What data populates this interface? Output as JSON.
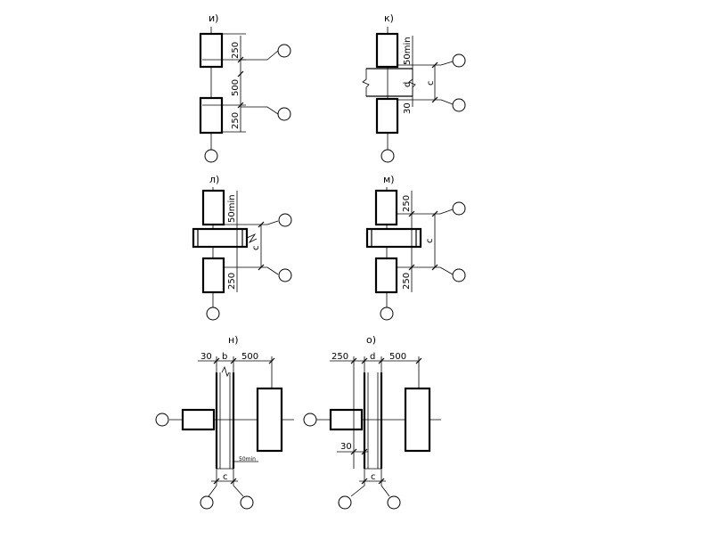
{
  "labels": {
    "i": "и)",
    "k": "к)",
    "l": "л)",
    "m": "м)",
    "n": "н)",
    "o": "о)"
  },
  "dims": {
    "i_top": "250",
    "i_mid": "500",
    "i_bot": "250",
    "k_top": "50min",
    "k_d": "d",
    "k_c": "c",
    "k_bot": "30",
    "l_top": "50min",
    "l_c": "c",
    "l_bot": "250",
    "m_top": "250",
    "m_c": "c",
    "m_bot": "250",
    "n_30": "30",
    "n_b": "b",
    "n_500": "500",
    "n_50min": "50min",
    "n_c": "c",
    "o_250": "250",
    "o_d": "d",
    "o_500": "500",
    "o_30": "30",
    "o_c": "c"
  }
}
